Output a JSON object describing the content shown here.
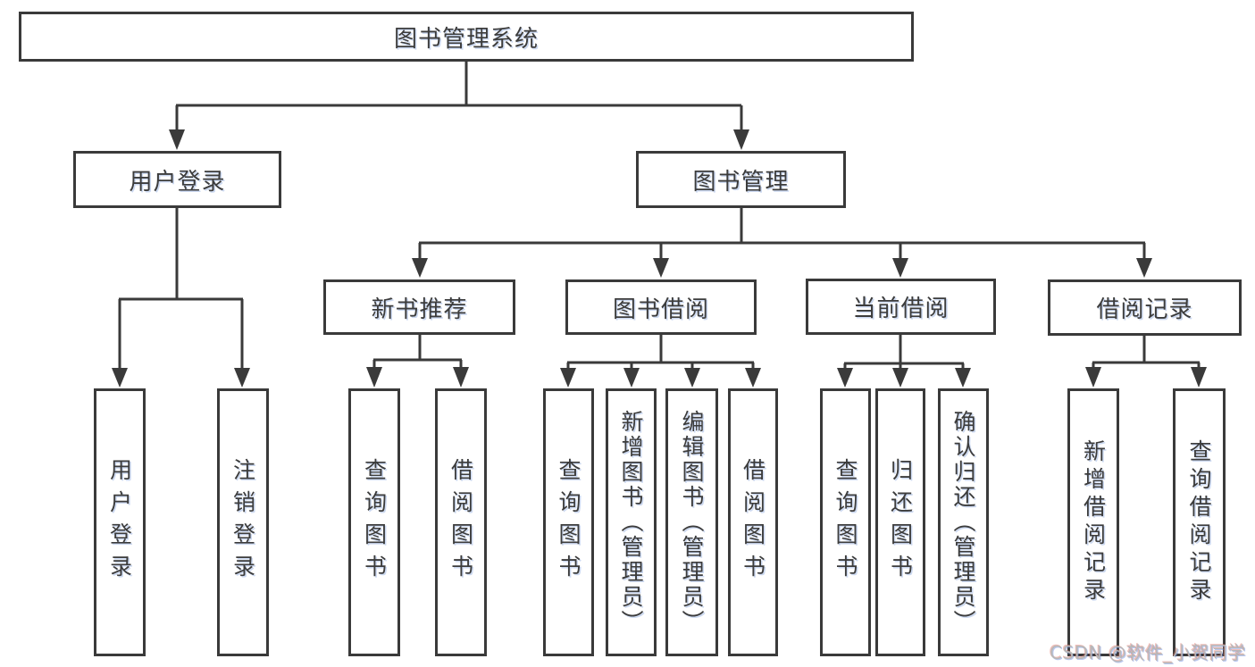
{
  "diagram_title": "图书管理系统",
  "nodes": {
    "root": {
      "label": "图书管理系统"
    },
    "user_login_group": {
      "label": "用户登录"
    },
    "book_management": {
      "label": "图书管理"
    },
    "new_book_recommend": {
      "label": "新书推荐"
    },
    "book_borrowing": {
      "label": "图书借阅"
    },
    "current_borrowing": {
      "label": "当前借阅"
    },
    "borrowing_records": {
      "label": "借阅记录"
    },
    "leaf_user_login": {
      "label": "用户登录"
    },
    "leaf_logout": {
      "label": "注销登录"
    },
    "leaf_nbr_query_books": {
      "label": "查询图书"
    },
    "leaf_nbr_borrow_books": {
      "label": "借阅图书"
    },
    "leaf_bb_query_books": {
      "label": "查询图书"
    },
    "leaf_bb_add_books": {
      "label": "新增图书（管理员）"
    },
    "leaf_bb_edit_books": {
      "label": "编辑图书（管理员）"
    },
    "leaf_bb_borrow_books": {
      "label": "借阅图书"
    },
    "leaf_cb_query_books": {
      "label": "查询图书"
    },
    "leaf_cb_return_books": {
      "label": "归还图书"
    },
    "leaf_cb_confirm_return": {
      "label": "确认归还（管理员）"
    },
    "leaf_br_add_record": {
      "label": "新增借阅记录"
    },
    "leaf_br_query_record": {
      "label": "查询借阅记录"
    }
  },
  "hierarchy": {
    "图书管理系统": {
      "用户登录": [
        "用户登录",
        "注销登录"
      ],
      "图书管理": {
        "新书推荐": [
          "查询图书",
          "借阅图书"
        ],
        "图书借阅": [
          "查询图书",
          "新增图书（管理员）",
          "编辑图书（管理员）",
          "借阅图书"
        ],
        "当前借阅": [
          "查询图书",
          "归还图书",
          "确认归还（管理员）"
        ],
        "借阅记录": [
          "新增借阅记录",
          "查询借阅记录"
        ]
      }
    }
  },
  "watermark": {
    "text": "CSDN @软件_小贺同学"
  },
  "colors": {
    "line": "#3a3a3a",
    "box_border": "#3a3a3a",
    "text": "#3c3c3c",
    "background": "#ffffff",
    "watermark": "#b8b8b8"
  }
}
